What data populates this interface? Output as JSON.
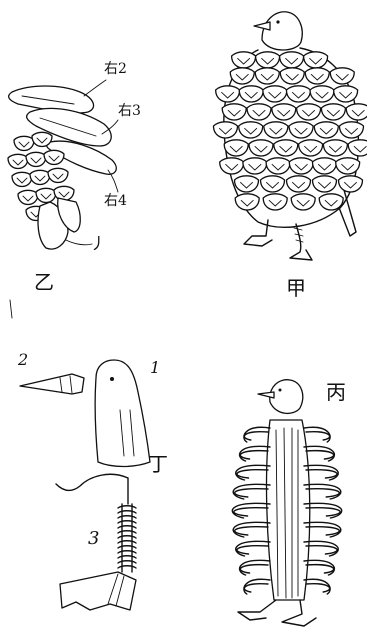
{
  "figure": {
    "jia": {
      "label": "甲"
    },
    "yi": {
      "label": "乙",
      "parts": [
        "右2",
        "右3",
        "右4"
      ],
      "pointer": "丿"
    },
    "bing": {
      "label": "丙"
    },
    "ding": {
      "label": "丁",
      "parts": [
        "1",
        "2",
        "3"
      ]
    }
  },
  "colors": {
    "ink": "#111111",
    "paper": "#ffffff"
  }
}
